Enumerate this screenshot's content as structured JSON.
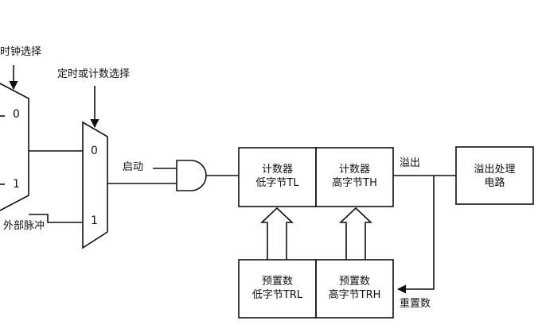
{
  "labels": {
    "clock_select": "时钟选择",
    "mode_select": "定时或计数选择",
    "start": "启动",
    "external_pulse": "外部脉冲",
    "overflow": "溢出",
    "reload": "重置数"
  },
  "mux1": {
    "input0": "0",
    "input1": "1"
  },
  "mux2": {
    "input0": "0",
    "input1": "1"
  },
  "counter_low": {
    "line1": "计数器",
    "line2": "低字节TL"
  },
  "counter_high": {
    "line1": "计数器",
    "line2": "高字节TH"
  },
  "preset_low": {
    "line1": "预置数",
    "line2": "低字节TRL"
  },
  "preset_high": {
    "line1": "预置数",
    "line2": "高字节TRH"
  },
  "overflow_handler": {
    "line1": "溢出处理",
    "line2": "电路"
  },
  "colors": {
    "stroke": "#111111",
    "background": "#ffffff"
  }
}
